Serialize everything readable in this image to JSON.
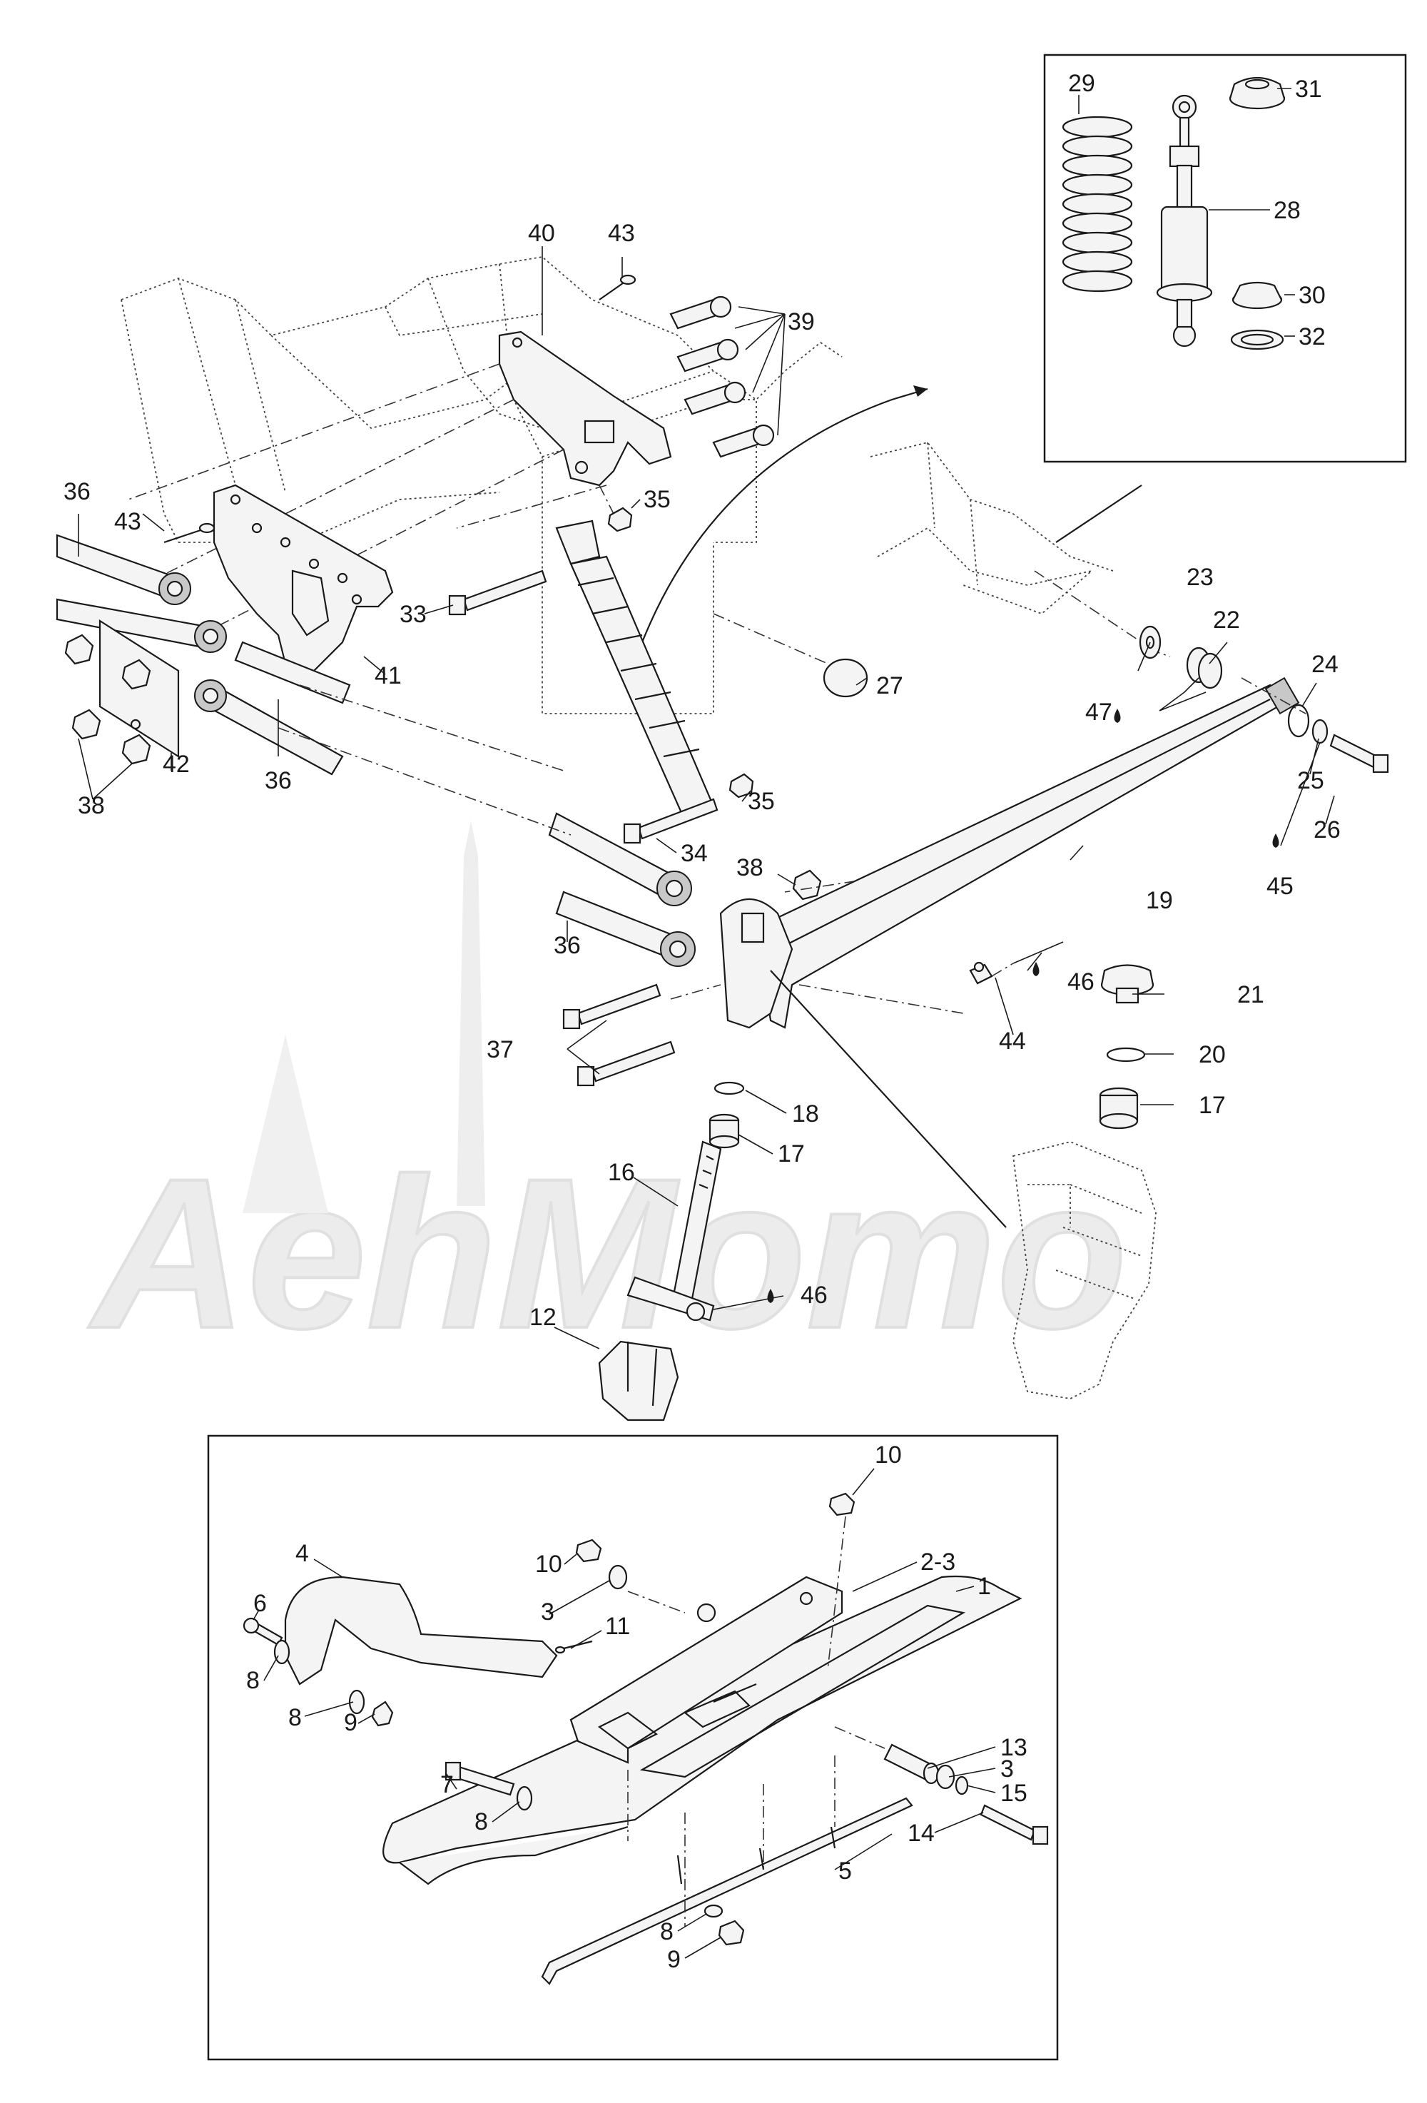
{
  "watermark": "AehMomo",
  "callouts": {
    "c1": "1",
    "c2_3": "2-3",
    "c3a": "3",
    "c3b": "3",
    "c4": "4",
    "c5": "5",
    "c6": "6",
    "c7": "7",
    "c8a": "8",
    "c8b": "8",
    "c8c": "8",
    "c8d": "8",
    "c9a": "9",
    "c9b": "9",
    "c10a": "10",
    "c10b": "10",
    "c11": "11",
    "c12": "12",
    "c13": "13",
    "c14": "14",
    "c15": "15",
    "c16": "16",
    "c17a": "17",
    "c17b": "17",
    "c18": "18",
    "c19": "19",
    "c20": "20",
    "c21": "21",
    "c22": "22",
    "c23": "23",
    "c24": "24",
    "c25": "25",
    "c26": "26",
    "c27": "27",
    "c28": "28",
    "c29": "29",
    "c30": "30",
    "c31": "31",
    "c32": "32",
    "c33": "33",
    "c34": "34",
    "c35a": "35",
    "c35b": "35",
    "c36a": "36",
    "c36b": "36",
    "c36c": "36",
    "c37": "37",
    "c38a": "38",
    "c38b": "38",
    "c39": "39",
    "c40": "40",
    "c41": "41",
    "c42": "42",
    "c43a": "43",
    "c43b": "43",
    "c44": "44",
    "c45": "45",
    "c46a": "46",
    "c46b": "46",
    "c47": "47"
  }
}
